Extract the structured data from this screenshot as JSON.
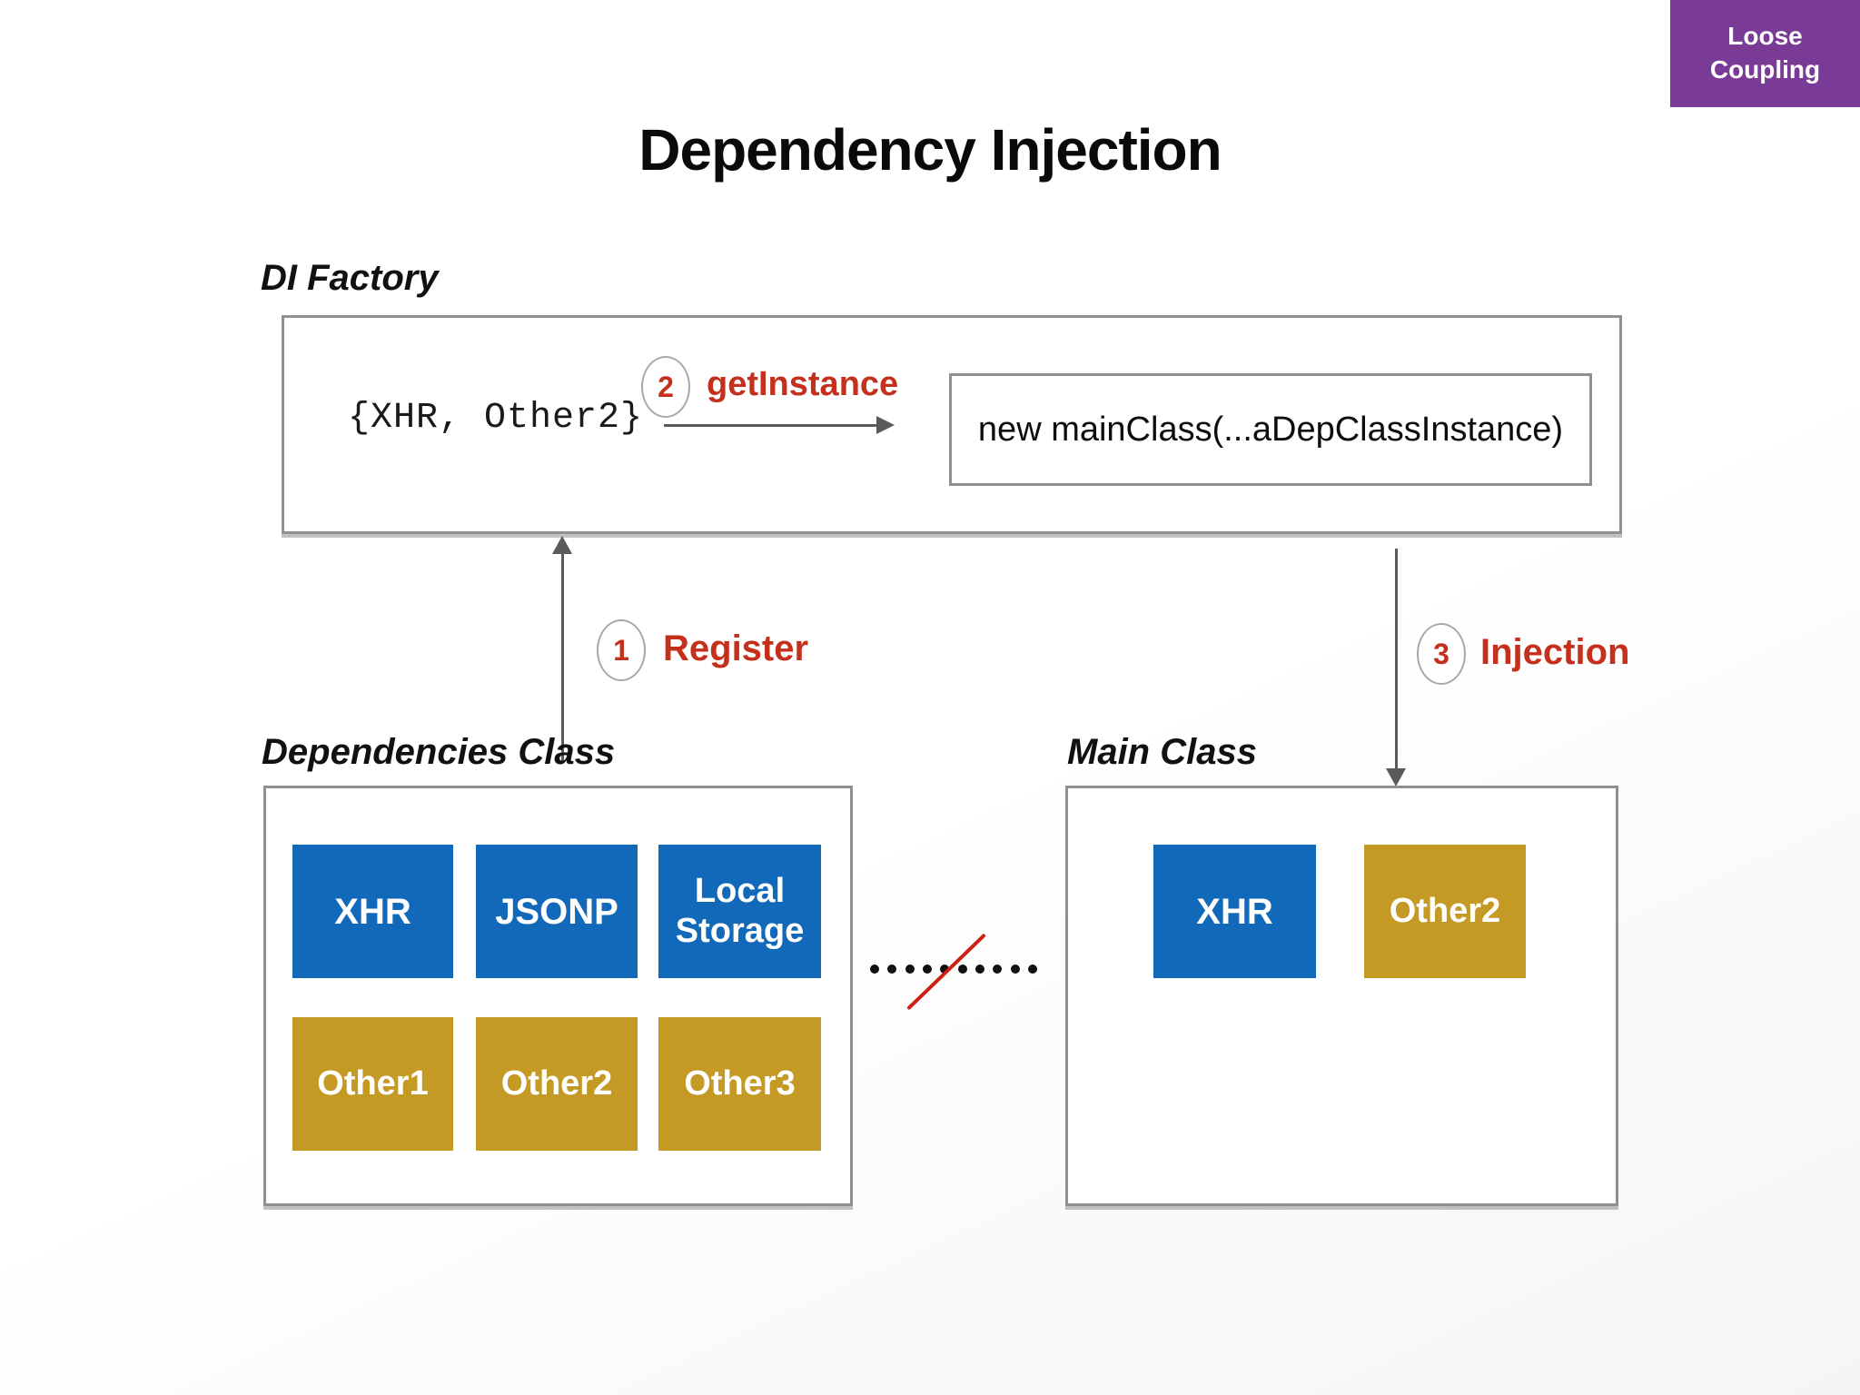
{
  "badge": {
    "line1": "Loose",
    "line2": "Coupling"
  },
  "title": "Dependency Injection",
  "factory": {
    "label": "DI Factory",
    "code": "{XHR, Other2}",
    "result": "new mainClass(...aDepClassInstance)"
  },
  "steps": [
    {
      "num": "1",
      "label": "Register"
    },
    {
      "num": "2",
      "label": "getInstance"
    },
    {
      "num": "3",
      "label": "Injection"
    }
  ],
  "dependencies": {
    "label": "Dependencies Class",
    "items": [
      {
        "label": "XHR",
        "type": "blue"
      },
      {
        "label": "JSONP",
        "type": "blue"
      },
      {
        "label": "Local Storage",
        "type": "blue"
      },
      {
        "label": "Other1",
        "type": "gold"
      },
      {
        "label": "Other2",
        "type": "gold"
      },
      {
        "label": "Other3",
        "type": "gold"
      }
    ]
  },
  "main": {
    "label": "Main Class",
    "items": [
      {
        "label": "XHR",
        "type": "blue"
      },
      {
        "label": "Other2",
        "type": "gold"
      }
    ]
  },
  "colors": {
    "badge_purple": "#7a3b96",
    "dependency_blue": "#1268b9",
    "dependency_gold": "#c49a24",
    "step_red": "#c4301b",
    "slash_red": "#cc2113",
    "border_gray": "#909090",
    "arrow_gray": "#5a5a5a"
  }
}
